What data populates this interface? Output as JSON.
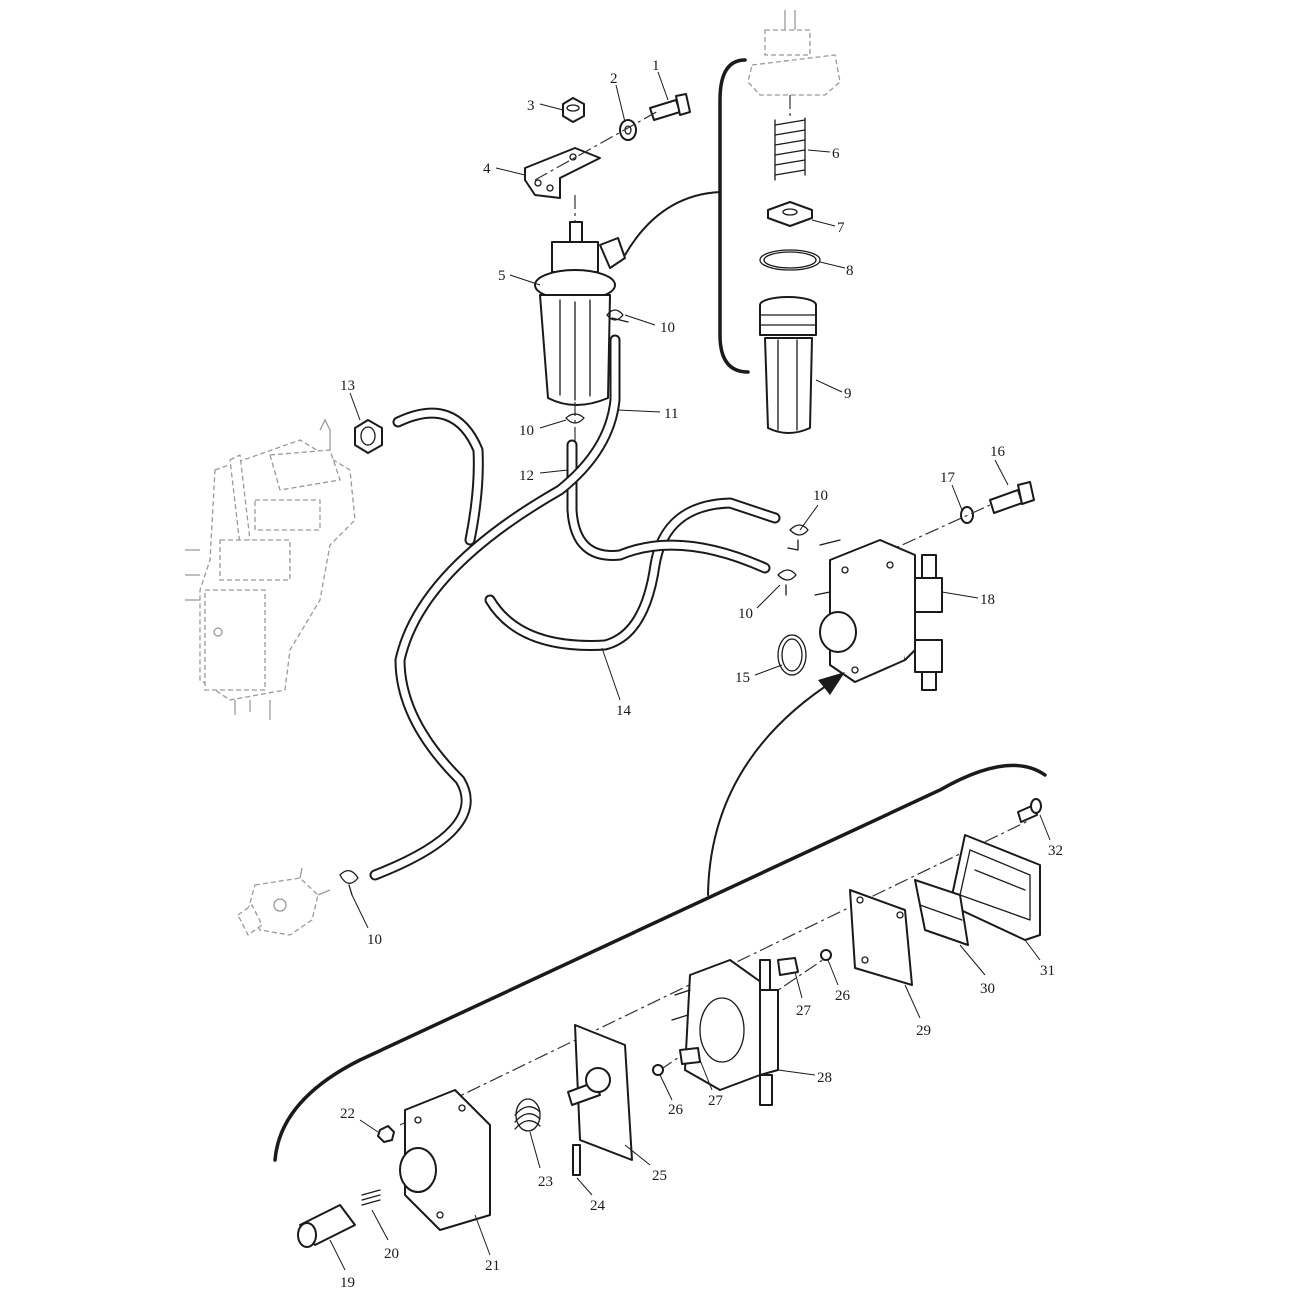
{
  "diagram": {
    "callouts": {
      "c1": "1",
      "c2": "2",
      "c3": "3",
      "c4": "4",
      "c5": "5",
      "c6": "6",
      "c7": "7",
      "c8": "8",
      "c9": "9",
      "c10a": "10",
      "c10b": "10",
      "c10c": "10",
      "c10d": "10",
      "c10e": "10",
      "c11": "11",
      "c12": "12",
      "c13": "13",
      "c14": "14",
      "c15": "15",
      "c16": "16",
      "c17": "17",
      "c18": "18",
      "c19": "19",
      "c20": "20",
      "c21": "21",
      "c22": "22",
      "c23": "23",
      "c24": "24",
      "c25": "25",
      "c26a": "26",
      "c26b": "26",
      "c27a": "27",
      "c27b": "27",
      "c28": "28",
      "c29": "29",
      "c30": "30",
      "c31": "31",
      "c32": "32"
    }
  }
}
